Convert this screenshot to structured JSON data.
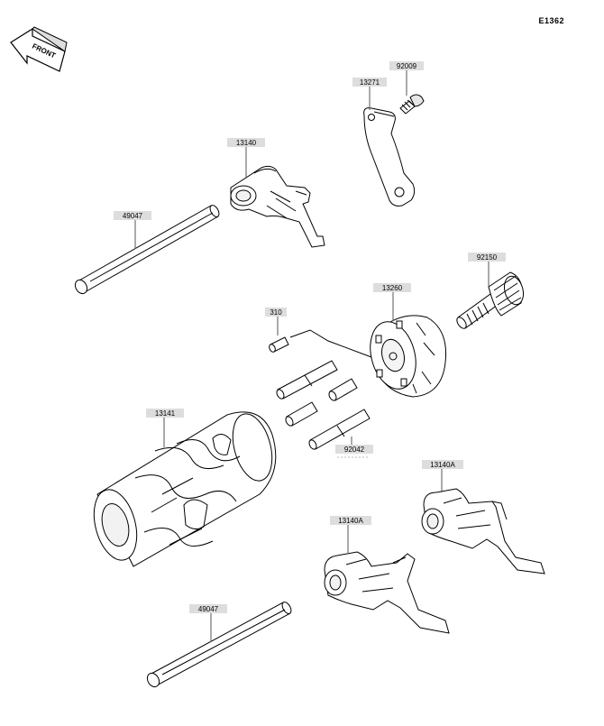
{
  "diagram": {
    "id": "E1362",
    "front_indicator": "FRONT"
  },
  "parts": [
    {
      "key": "p92009",
      "number": "92009"
    },
    {
      "key": "p13271",
      "number": "13271"
    },
    {
      "key": "p13140",
      "number": "13140"
    },
    {
      "key": "p49047a",
      "number": "49047"
    },
    {
      "key": "p92150",
      "number": "92150"
    },
    {
      "key": "p13260",
      "number": "13260"
    },
    {
      "key": "p310",
      "number": "310"
    },
    {
      "key": "p13141",
      "number": "13141"
    },
    {
      "key": "p92042",
      "number": "92042"
    },
    {
      "key": "p13140A1",
      "number": "13140A"
    },
    {
      "key": "p13140A2",
      "number": "13140A"
    },
    {
      "key": "p49047b",
      "number": "49047"
    }
  ]
}
